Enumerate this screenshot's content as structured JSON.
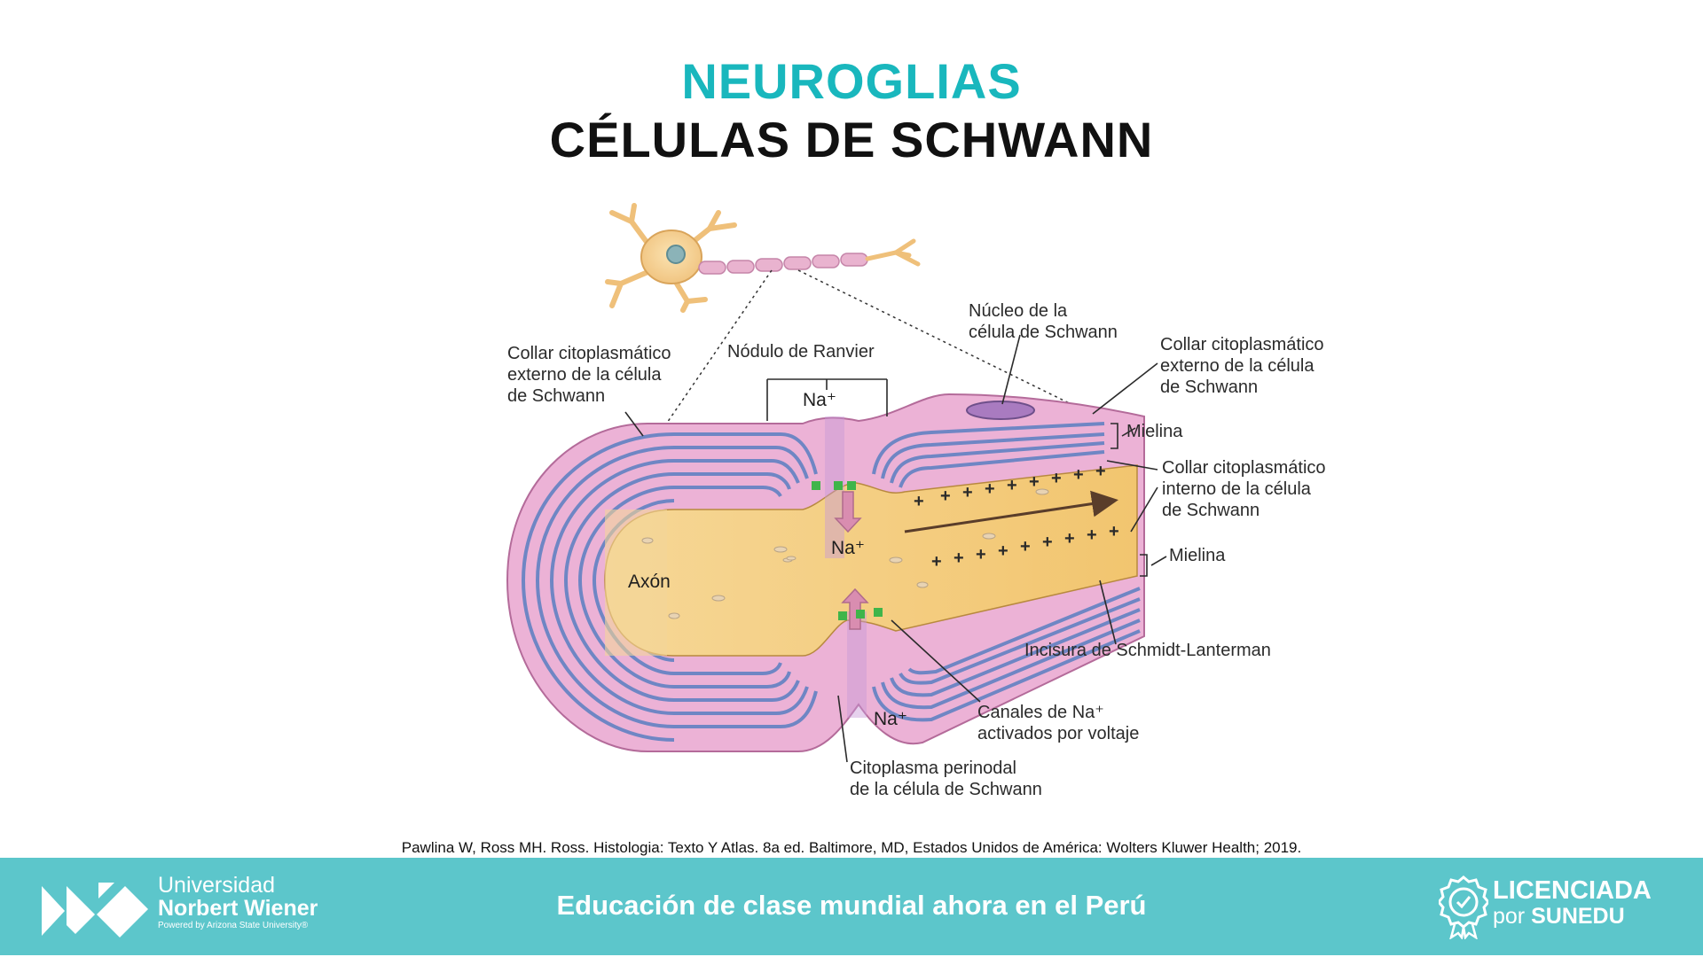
{
  "title": {
    "main": "NEUROGLIAS",
    "sub": "CÉLULAS DE SCHWANN"
  },
  "diagram": {
    "labels": {
      "collar_ext_left": [
        "Collar citoplasmático",
        "externo de la célula",
        "de Schwann"
      ],
      "nodulo": "Nódulo de Ranvier",
      "nucleo": [
        "Núcleo de la",
        "célula de Schwann"
      ],
      "collar_ext_right": [
        "Collar citoplasmático",
        "externo de la célula",
        "de Schwann"
      ],
      "mielina_top": "Mielina",
      "collar_int": [
        "Collar citoplasmático",
        "interno de la célula",
        "de Schwann"
      ],
      "mielina_bottom": "Mielina",
      "incisura": "Incisura de Schmidt-Lanterman",
      "canales": [
        "Canales de Na⁺",
        "activados por voltaje"
      ],
      "citoplasma": [
        "Citoplasma perinodal",
        "de la célula de Schwann"
      ],
      "axon": "Axón",
      "na_top": "Na⁺",
      "na_center": "Na⁺",
      "na_bottom": "Na⁺",
      "plus_sign": "+"
    }
  },
  "citation": "Pawlina W, Ross MH. Ross. Histologia: Texto Y Atlas. 8a ed. Baltimore, MD, Estados Unidos de América: Wolters Kluwer Health; 2019.",
  "footer": {
    "university_line1": "Universidad",
    "university_line2": "Norbert Wiener",
    "powered_by": "Powered by Arizona State University®",
    "slogan": "Educación de clase mundial ahora en el Perú",
    "license_line1": "LICENCIADA",
    "license_line2_a": "por ",
    "license_line2_b": "SUNEDU"
  },
  "colors": {
    "title_teal": "#19b7bd",
    "footer_teal": "#5cc6cb",
    "myelin_pink": "#e8a7cf",
    "myelin_blue": "#6f86c4",
    "axon_yellow": "#f7d48c",
    "channel_green": "#3fb54a"
  }
}
